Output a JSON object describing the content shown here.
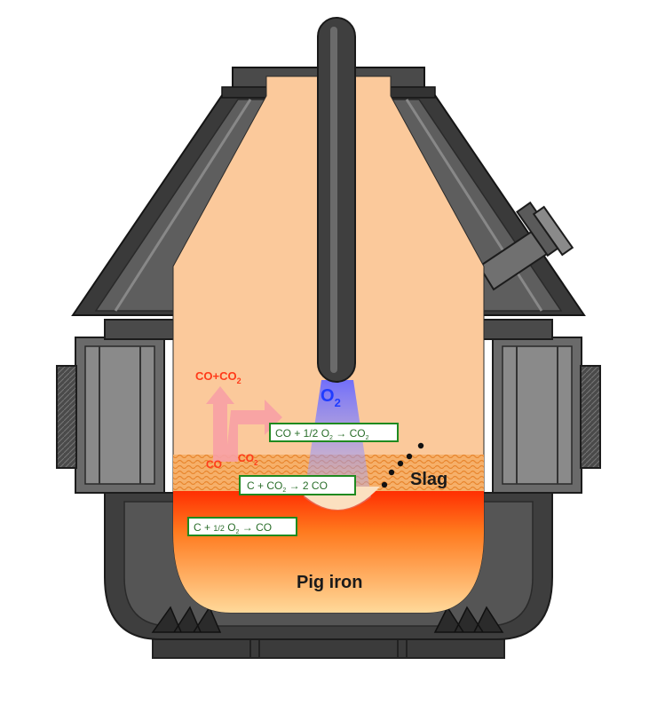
{
  "diagram": {
    "labels": {
      "oxygen": {
        "main": "O",
        "sub": "2"
      },
      "slag": "Slag",
      "pig_iron": "Pig iron",
      "offgas": {
        "a": "CO+CO",
        "a_sub": "2"
      },
      "co": "CO",
      "co2": {
        "main": "CO",
        "sub": "2"
      }
    },
    "equations": {
      "eq1": {
        "p1": "CO + 1/2 O",
        "s1": "2",
        "p2": " → CO",
        "s2": "2"
      },
      "eq2": {
        "p1": "C + CO",
        "s1": "2",
        "p2": " → 2 CO"
      },
      "eq3": {
        "p1": "C + ",
        "p2": "1/2",
        "p3": " O",
        "s1": "2",
        "p4": " → CO"
      }
    },
    "colors": {
      "vessel_dark": "#3d3d3d",
      "vessel_mid": "#5a5a5a",
      "vessel_light": "#8a8a8a",
      "interior": "#fbc99b",
      "slag": "#f6a54a",
      "melt_top": "#ff3b00",
      "melt_bottom": "#ffd58a",
      "lance": "#3f3f3f",
      "oxygen_jet": "#7d7dff",
      "gas_arrow": "#f8a1a6",
      "gas_text": "#ff3b1a",
      "equation_border": "#1f8a1f"
    }
  }
}
